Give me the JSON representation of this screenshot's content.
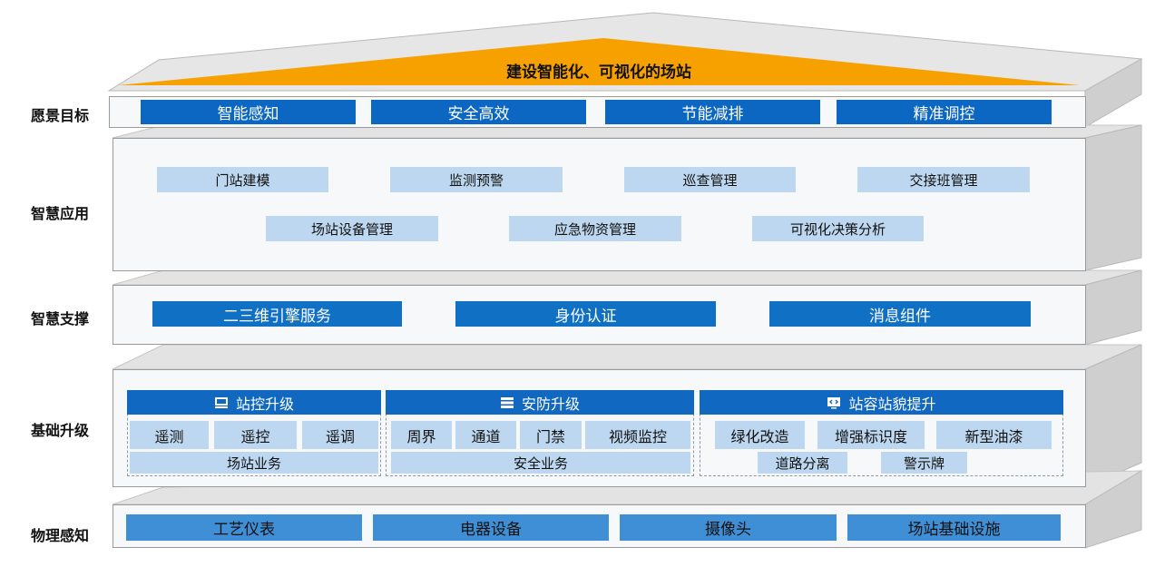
{
  "roof": {
    "title": "建设智能化、可视化的场站"
  },
  "rows": {
    "vision": "愿景目标",
    "app": "智慧应用",
    "support": "智慧支撑",
    "base": "基础升级",
    "physical": "物理感知"
  },
  "vision": [
    "智能感知",
    "安全高效",
    "节能减排",
    "精准调控"
  ],
  "app": {
    "row1": [
      "门站建模",
      "监测预警",
      "巡查管理",
      "交接班管理"
    ],
    "row2": [
      "场站设备管理",
      "应急物资管理",
      "可视化决策分析"
    ]
  },
  "support": [
    "二三维引擎服务",
    "身份认证",
    "消息组件"
  ],
  "base": {
    "groups": [
      {
        "title": "站控升级",
        "icon": "monitor-icon",
        "items": [
          "遥测",
          "遥控",
          "遥调"
        ],
        "footer": "场站业务"
      },
      {
        "title": "安防升级",
        "icon": "server-icon",
        "items": [
          "周界",
          "通道",
          "门禁",
          "视频监控"
        ],
        "footer": "安全业务"
      },
      {
        "title": "站容站貌提升",
        "icon": "code-screen-icon",
        "items": [
          "绿化改造",
          "增强标识度",
          "新型油漆"
        ],
        "items2": [
          "道路分离",
          "警示牌"
        ]
      }
    ]
  },
  "physical": [
    "工艺仪表",
    "电器设备",
    "摄像头",
    "场站基础设施"
  ],
  "colors": {
    "roof": "#f7a100",
    "dark_blue": "#0b67c2",
    "light_blue": "#bcd7ef",
    "mid_blue": "#3e8fd6"
  }
}
